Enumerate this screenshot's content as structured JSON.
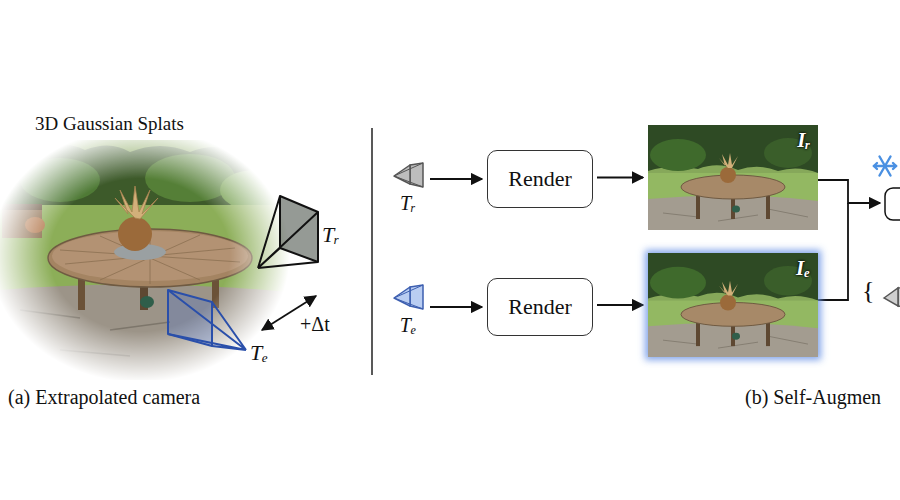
{
  "diagram": {
    "nodes": [
      {
        "text": [
          "Tᵣ"
        ]
      },
      {
        "text": [
          "Render"
        ]
      },
      {
        "text": [
          "Iᵣ"
        ]
      },
      {
        "text": [
          "Tₑ"
        ]
      },
      {
        "text": [
          "Render"
        ]
      },
      {
        "text": [
          "Iₑ"
        ]
      }
    ],
    "edges": [
      {
        "from": 0,
        "to": 1,
        "arrow": "to"
      },
      {
        "from": 1,
        "to": 2,
        "arrow": "to"
      },
      {
        "from": 3,
        "to": 4,
        "arrow": "to"
      },
      {
        "from": 4,
        "to": 5,
        "arrow": "to"
      }
    ],
    "labels": [
      "3D Gaussian Splats",
      "Tᵣ",
      "+Δt",
      "Tₑ",
      "(a) Extrapolated camera",
      "{",
      "(b) Self-Augmen"
    ]
  }
}
